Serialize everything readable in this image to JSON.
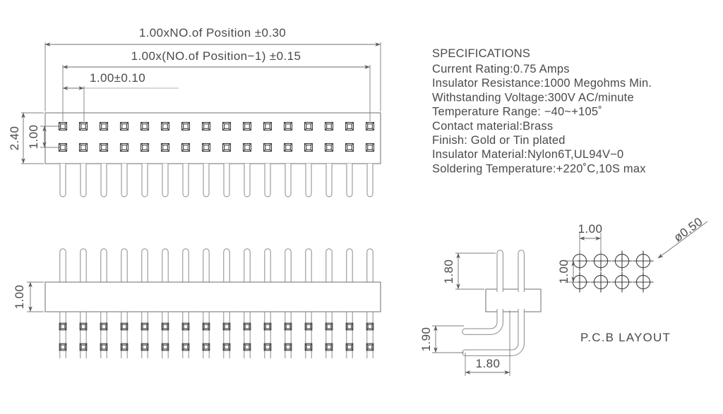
{
  "drawing": {
    "title": "Pin Header Connector Technical Drawing",
    "background_color": "#ffffff",
    "line_color": "#8c8c8c",
    "text_color": "#4a4a4a"
  },
  "specifications": {
    "heading": "SPECIFICATIONS",
    "lines": [
      "Current  Rating:0.75  Amps",
      "Insulator  Resistance:1000  Megohms  Min.",
      "Withstanding  Voltage:300V  AC/minute",
      "Temperature  Range:  −40~+105˚",
      "Contact  material:Brass",
      "Finish:  Gold  or  Tin  plated",
      "Insulator  Material:Nylon6T,UL94V−0",
      "Soldering  Temperature:+220˚C,10S  max"
    ]
  },
  "top_view": {
    "name": "top-view",
    "pin_columns": 16,
    "pin_rows": 2,
    "dimensions": {
      "overall_length": "1.00xNO.of  Position  ±0.30",
      "pin_span": "1.00x(NO.of  Position−1)  ±0.15",
      "pitch": "1.00±0.10",
      "body_height": "2.40",
      "row_spacing": "1.00"
    }
  },
  "bottom_view": {
    "name": "bottom-side-view",
    "pin_columns": 16,
    "dimensions": {
      "body_thickness": "1.00"
    }
  },
  "profile_view": {
    "name": "right-angle-profile-view",
    "dimensions": {
      "pin_height_above": "1.80",
      "pin_drop": "1.90",
      "pin_reach": "1.80"
    }
  },
  "pcb_layout": {
    "name": "pcb-layout-view",
    "caption": "P.C.B  LAYOUT",
    "hole_columns": 4,
    "hole_rows": 2,
    "dimensions": {
      "hole_pitch_x": "1.00",
      "hole_pitch_y": "1.00",
      "hole_diameter": "ø0.50"
    }
  }
}
